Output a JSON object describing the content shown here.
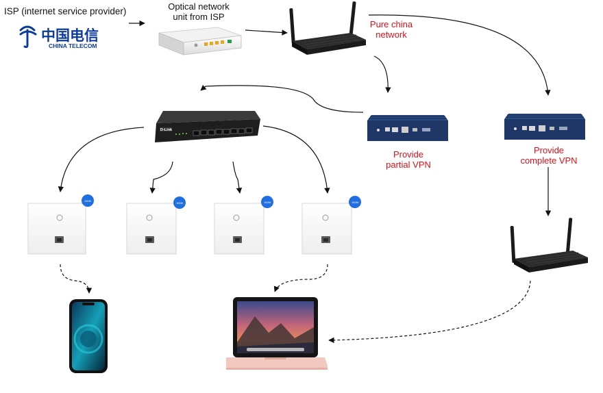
{
  "labels": {
    "isp": "ISP (internet service provider)",
    "ont": "Optical network\nunit from ISP",
    "pure_china": "Pure china\nnetwork",
    "partial_vpn": "Provide\npartial VPN",
    "complete_vpn": "Provide\ncomplete VPN"
  },
  "logo": {
    "chinese": "中国电信",
    "english": "CHINA TELECOM",
    "color": "#0d3b9c"
  },
  "switch_brand": "D-Link",
  "ap_badge": "100M",
  "colors": {
    "red_label": "#e0101a",
    "badge_blue": "#1f6fe0",
    "mini_pc": "#1f3766",
    "router": "#1b1b1b"
  }
}
